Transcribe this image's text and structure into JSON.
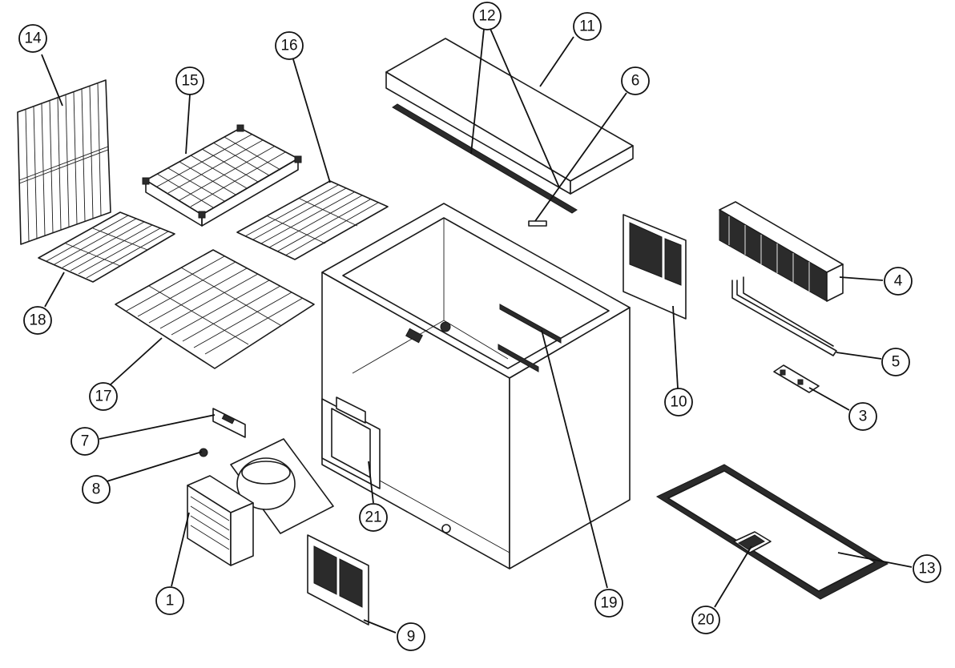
{
  "colors": {
    "line": "#1a1a1a",
    "background": "#ffffff",
    "marker": "#d9443a"
  },
  "callouts": [
    {
      "id": "1",
      "label": "1"
    },
    {
      "id": "3",
      "label": "3"
    },
    {
      "id": "4",
      "label": "4"
    },
    {
      "id": "5",
      "label": "5"
    },
    {
      "id": "6",
      "label": "6"
    },
    {
      "id": "7",
      "label": "7"
    },
    {
      "id": "8",
      "label": "8"
    },
    {
      "id": "9",
      "label": "9"
    },
    {
      "id": "10",
      "label": "10"
    },
    {
      "id": "11",
      "label": "11"
    },
    {
      "id": "12",
      "label": "12"
    },
    {
      "id": "13",
      "label": "13"
    },
    {
      "id": "14",
      "label": "14"
    },
    {
      "id": "15",
      "label": "15"
    },
    {
      "id": "16",
      "label": "16"
    },
    {
      "id": "17",
      "label": "17"
    },
    {
      "id": "18",
      "label": "18"
    },
    {
      "id": "19",
      "label": "19"
    },
    {
      "id": "20",
      "label": "20"
    },
    {
      "id": "21",
      "label": "21"
    }
  ]
}
